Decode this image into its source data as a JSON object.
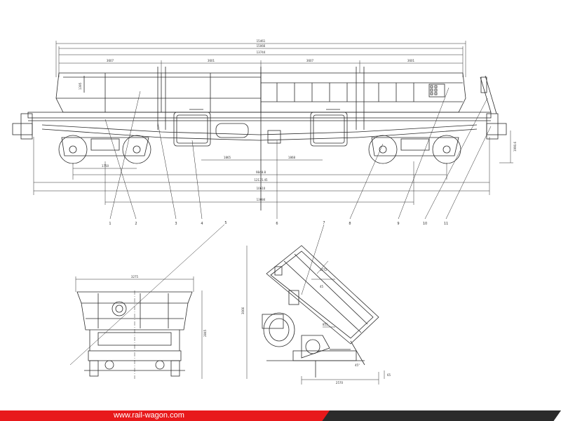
{
  "dims": {
    "overall_1": "15461",
    "overall_2": "15066",
    "overall_3": "13744",
    "seg_1": "3607",
    "seg_2": "3601",
    "seg_3": "3607",
    "seg_4": "3601",
    "body_height": "1395",
    "bogie_sub": "1750",
    "tank_left": "1865",
    "tank_right": "1868",
    "wheelbase_1": "9848.8",
    "wheelbase_2": "12135.45",
    "truck_centers": "10610",
    "length_lower": "13084",
    "height_right": "1990.6",
    "end_width": "3275",
    "end_height": "2845",
    "tilt_1": "1272",
    "tilt_2": "45",
    "tilt_base": "2570",
    "tilt_height": "3066",
    "tilt_small": "855",
    "tilt_angle": "45°",
    "tilt_foot": "65"
  },
  "callouts": [
    "1",
    "2",
    "3",
    "4",
    "5",
    "6",
    "7",
    "8",
    "9",
    "10",
    "11"
  ],
  "footer": {
    "url": "www.rail-wagon.com"
  },
  "colors": {
    "footer_red": "#e8191b",
    "footer_dark": "#2b2b2b",
    "line": "#2a2a2a"
  }
}
